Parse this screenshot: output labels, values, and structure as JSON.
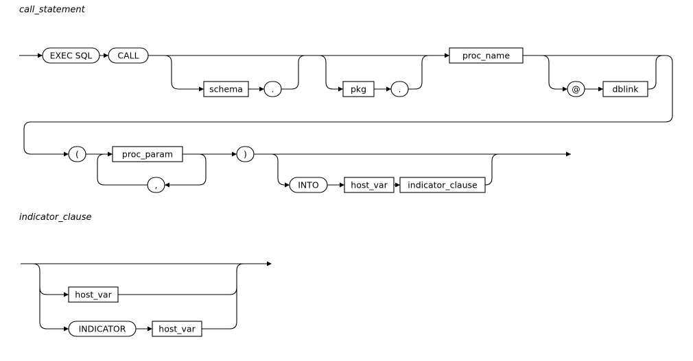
{
  "colors": {
    "line": "#000000",
    "background": "#ffffff"
  },
  "diagram1": {
    "title": "call_statement",
    "terminals": {
      "exec_sql": "EXEC SQL",
      "call": "CALL",
      "dot1": ".",
      "dot2": ".",
      "at": "@",
      "lparen": "(",
      "comma": ",",
      "rparen": ")",
      "into": "INTO"
    },
    "nonterminals": {
      "schema": "schema",
      "pkg": "pkg",
      "proc_name": "proc_name",
      "dblink": "dblink",
      "proc_param": "proc_param",
      "host_var": "host_var",
      "indicator_clause": "indicator_clause"
    }
  },
  "diagram2": {
    "title": "indicator_clause",
    "terminals": {
      "indicator": "INDICATOR"
    },
    "nonterminals": {
      "host_var_direct": "host_var",
      "host_var_indicator": "host_var"
    }
  }
}
